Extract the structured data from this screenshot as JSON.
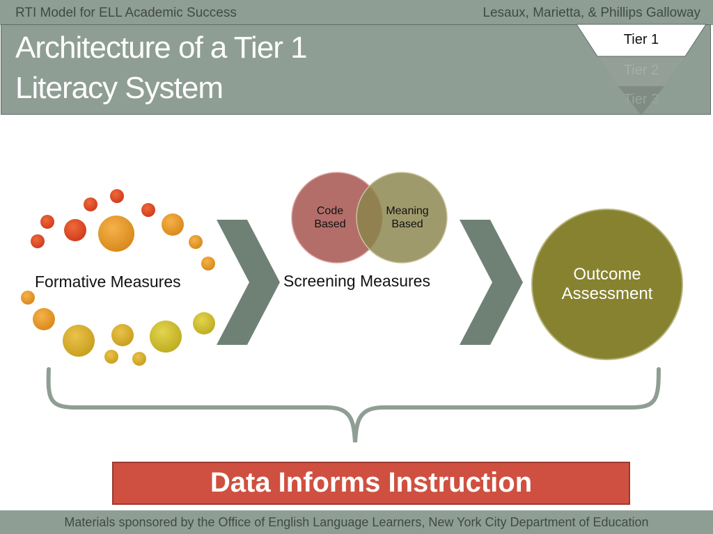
{
  "header": {
    "left": "RTI Model for ELL Academic Success",
    "right": "Lesaux, Marietta, & Phillips Galloway",
    "title_line1": "Architecture of a Tier 1",
    "title_line2": "Literacy System"
  },
  "tiers": {
    "tier1": "Tier 1",
    "tier2": "Tier 2",
    "tier3": "Tier 3"
  },
  "diagram": {
    "formative_label": "Formative Measures",
    "screening_label": "Screening Measures",
    "code_based_line1": "Code",
    "code_based_line2": "Based",
    "meaning_based_line1": "Meaning",
    "meaning_based_line2": "Based",
    "outcome_line1": "Outcome",
    "outcome_line2": "Assessment",
    "banner": "Data Informs Instruction"
  },
  "footer": {
    "text": "Materials sponsored by the Office of English Language Learners, New York City Department of Education"
  },
  "colors": {
    "header_bg": "#8f9e94",
    "arrow": "#6f8174",
    "code_circle": "#b06a66",
    "meaning_circle": "#8f8a4e",
    "outcome_circle": "#8a8636",
    "banner": "#cf5040"
  }
}
